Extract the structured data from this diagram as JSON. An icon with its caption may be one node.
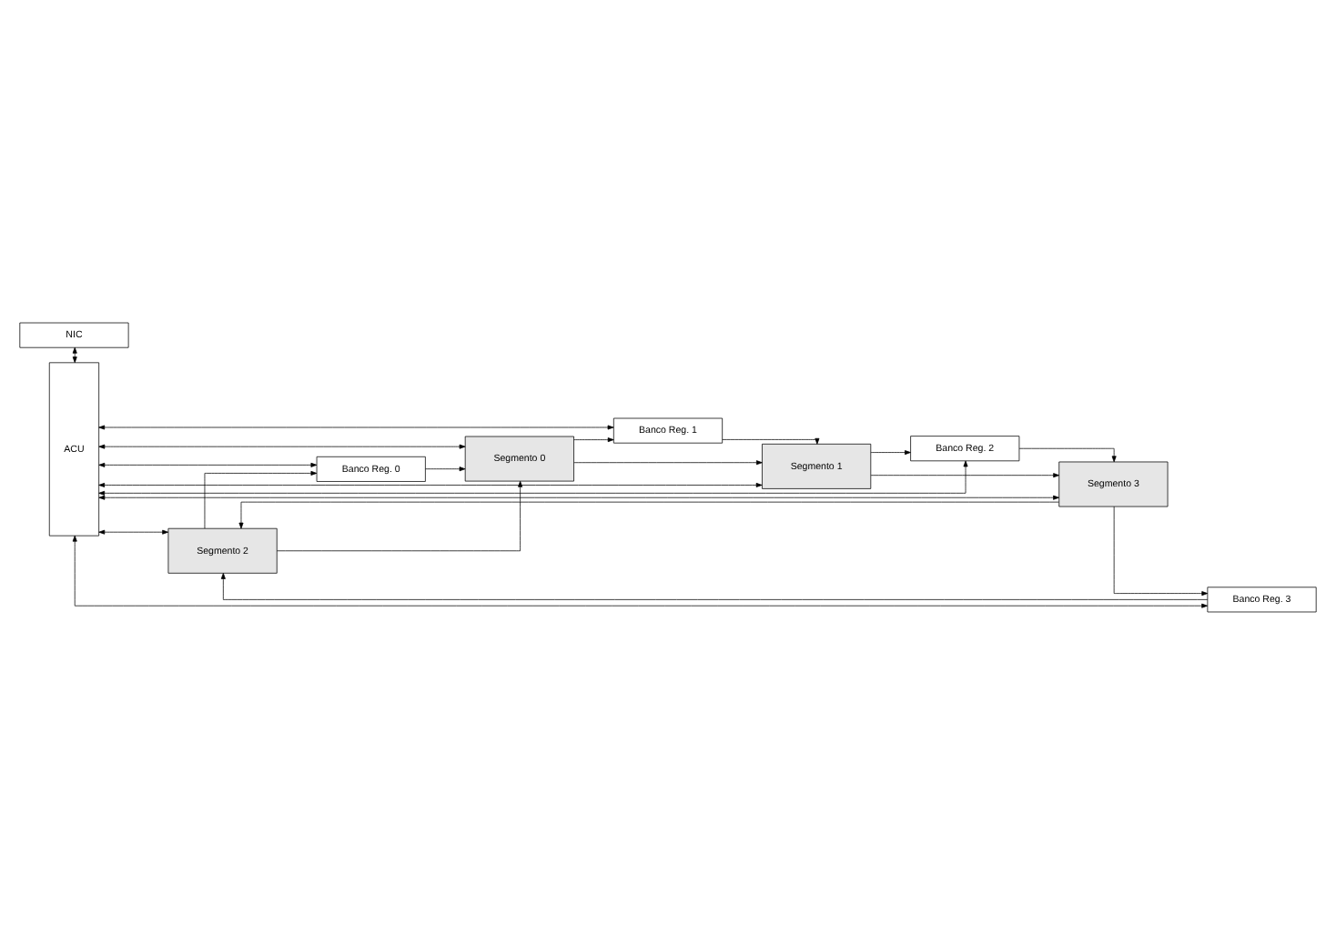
{
  "diagram": {
    "nodes": [
      {
        "text": [
          "NIC"
        ]
      },
      {
        "text": [
          "Banco Reg. 0"
        ]
      },
      {
        "text": [
          "Segmento 0"
        ]
      },
      {
        "text": [
          "Banco Reg. 1"
        ]
      },
      {
        "text": [
          "Segmento 1"
        ]
      },
      {
        "text": [
          "ACU"
        ]
      },
      {
        "text": [
          "Segmento 2"
        ]
      },
      {
        "text": [
          "Banco Reg. 3"
        ]
      },
      {
        "text": [
          "Segmento 3"
        ]
      },
      {
        "text": [
          "Banco Reg. 2"
        ]
      }
    ],
    "edges": [
      {
        "from": 0,
        "to": 5,
        "arrow": "both"
      },
      {
        "from": 6,
        "to": 1,
        "arrow": "to"
      },
      {
        "from": 6,
        "to": 2,
        "arrow": "to"
      },
      {
        "from": 1,
        "to": 2,
        "arrow": "to"
      },
      {
        "from": 2,
        "to": 3,
        "arrow": "to"
      },
      {
        "from": 2,
        "to": 4,
        "arrow": "to"
      },
      {
        "from": 3,
        "to": 4,
        "arrow": "to"
      },
      {
        "from": 4,
        "to": 9,
        "arrow": "to"
      },
      {
        "from": 4,
        "to": 8,
        "arrow": "to"
      },
      {
        "from": 9,
        "to": 8,
        "arrow": "to"
      },
      {
        "from": 8,
        "to": 7,
        "arrow": "to"
      },
      {
        "from": 8,
        "to": 6,
        "arrow": "to"
      },
      {
        "from": 7,
        "to": 6,
        "arrow": "to"
      },
      {
        "from": 1,
        "to": 5,
        "arrow": "both"
      },
      {
        "from": 2,
        "to": 5,
        "arrow": "both"
      },
      {
        "from": 3,
        "to": 5,
        "arrow": "both"
      },
      {
        "from": 4,
        "to": 5,
        "arrow": "both"
      },
      {
        "from": 5,
        "to": 6,
        "arrow": "both"
      },
      {
        "from": 5,
        "to": 7,
        "arrow": "both"
      },
      {
        "from": 5,
        "to": 8,
        "arrow": "both"
      },
      {
        "from": 5,
        "to": 9,
        "arrow": "both"
      }
    ]
  }
}
